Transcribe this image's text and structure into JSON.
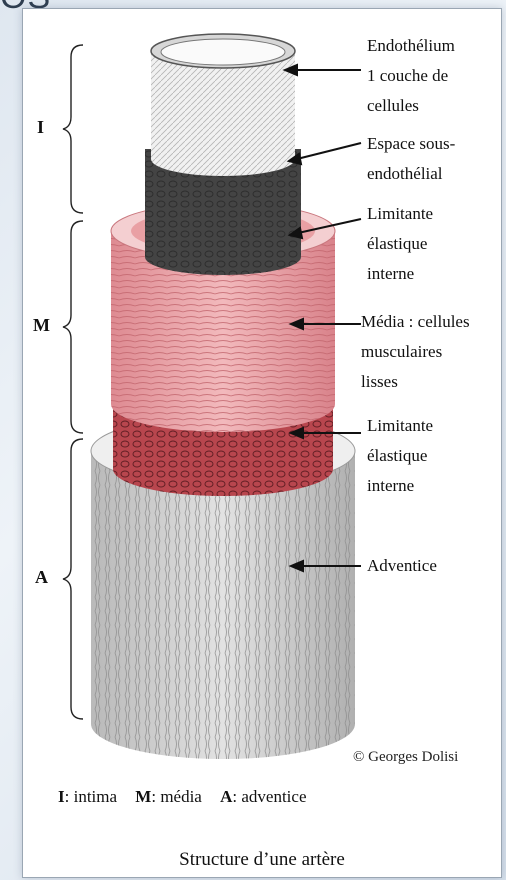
{
  "corner_fragment": "OS",
  "regions": {
    "intima": "I",
    "media": "M",
    "adventice": "A"
  },
  "labels": {
    "endothelium": [
      "Endothélium",
      "1 couche de",
      "cellules"
    ],
    "subendothelial": [
      "Espace sous-",
      "endothélial"
    ],
    "limitante_1": [
      "Limitante",
      "élastique",
      "interne"
    ],
    "media": [
      "Média : cellules",
      "musculaires",
      "lisses"
    ],
    "limitante_2": [
      "Limitante",
      "élastique",
      "interne"
    ],
    "adventice": [
      "Adventice"
    ]
  },
  "legend": {
    "i_key": "I",
    "i_text": ": intima",
    "m_key": "M",
    "m_text": ": média",
    "a_key": "A",
    "a_text": ": adventice"
  },
  "copyright": "© Georges Dolisi",
  "caption": "Structure d’une artère",
  "colors": {
    "media_pink": "#e9a0a4",
    "media_dark": "#b8464e",
    "adventice_gray": "#c9c9c9",
    "endothelium_dark": "#444444"
  }
}
